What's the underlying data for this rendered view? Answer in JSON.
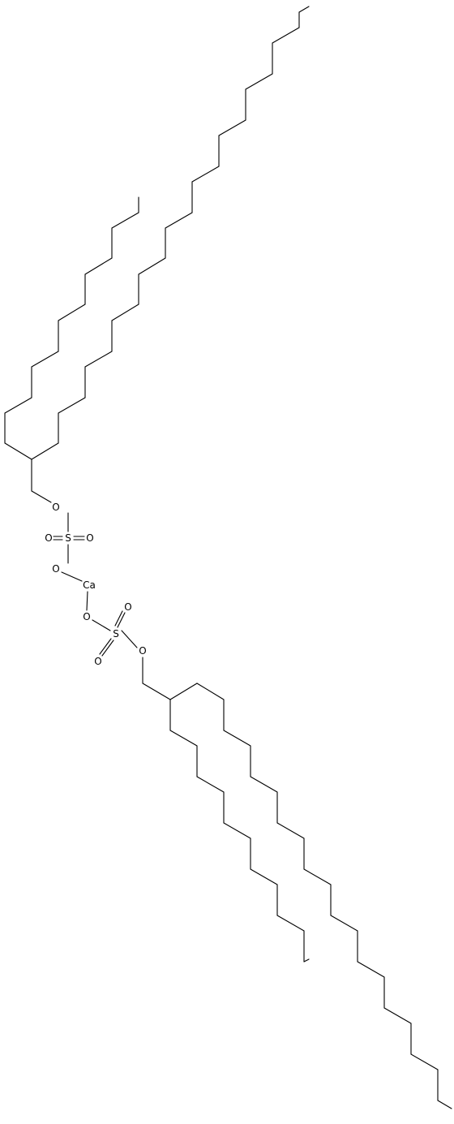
{
  "molecule": {
    "atoms": {
      "o_upper_ester": "O",
      "s_upper": "S",
      "o_upper_left": "O",
      "o_upper_right": "O",
      "o_upper_ca": "O",
      "ca": "Ca",
      "o_lower_ca": "O",
      "s_lower": "S",
      "o_lower_top": "O",
      "o_lower_bottom": "O",
      "o_lower_ester": "O"
    }
  },
  "colors": {
    "bond": "#000000",
    "background": "#ffffff"
  }
}
